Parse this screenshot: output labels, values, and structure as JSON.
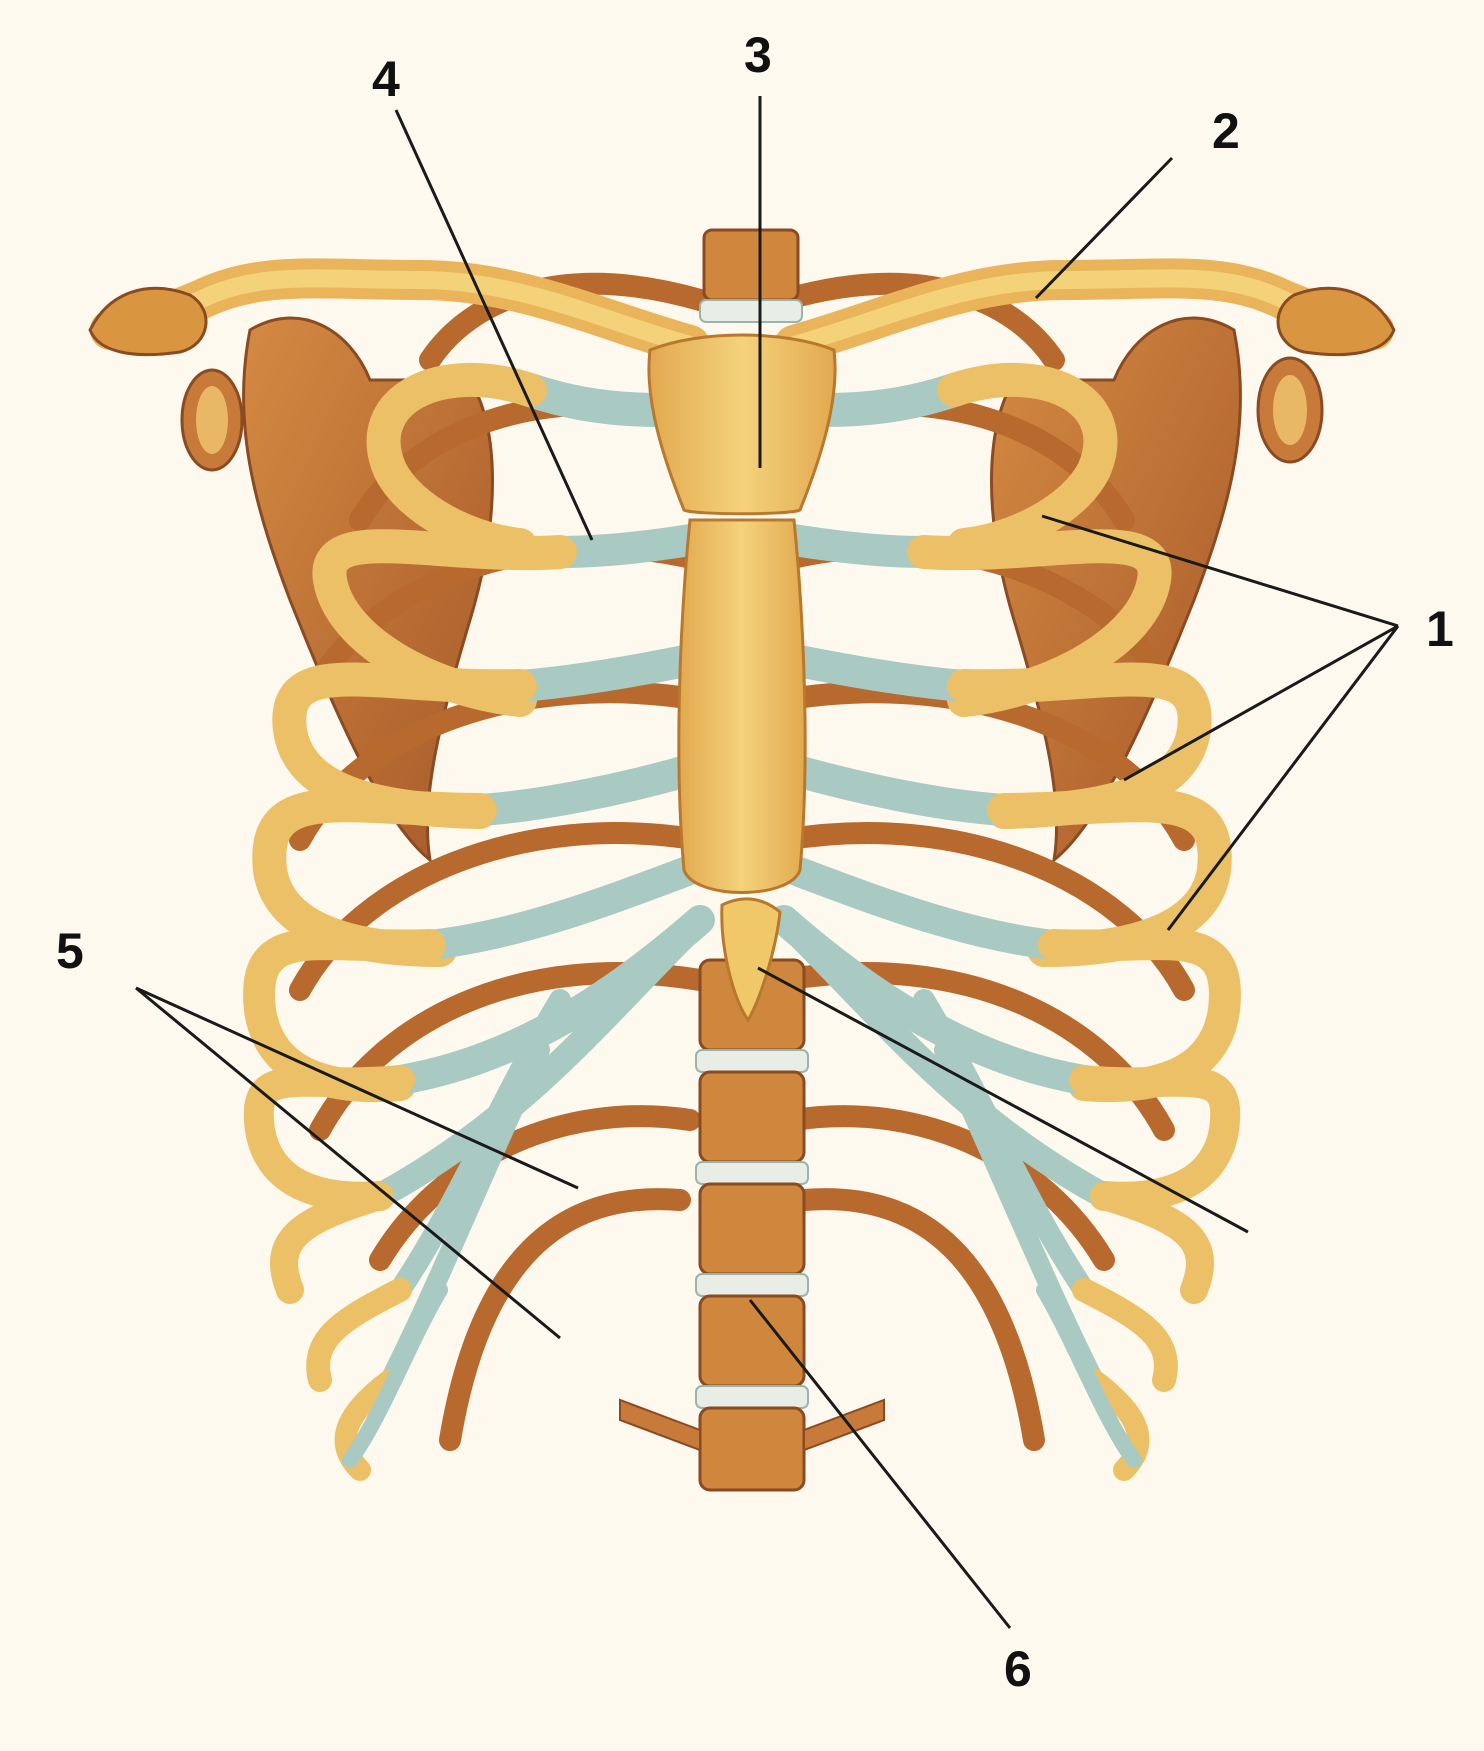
{
  "labels": {
    "one": "1",
    "two": "2",
    "three": "3",
    "four": "4",
    "five": "5",
    "six": "6"
  },
  "colors": {
    "background": "#fdf9ee",
    "bone": "#e9b45a",
    "bone_light": "#f2cf72",
    "bone_dark": "#b56a2c",
    "posterior_rib": "#b8692e",
    "cartilage": "#a9c9c3",
    "disc": "#e8eee6",
    "leader_line": "#1a1a1a"
  }
}
